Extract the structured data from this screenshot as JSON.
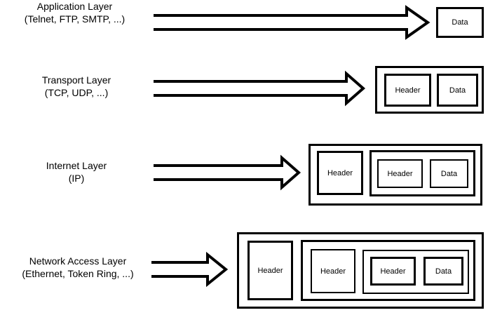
{
  "colors": {
    "ink": "#000000",
    "background": "#ffffff"
  },
  "layers": [
    {
      "name": "Application Layer",
      "protocols": "(Telnet, FTP, SMTP, ...)",
      "boxes": {
        "data": "Data"
      }
    },
    {
      "name": "Transport Layer",
      "protocols": "(TCP, UDP, ...)",
      "boxes": {
        "header": "Header",
        "data": "Data"
      }
    },
    {
      "name": "Internet Layer",
      "protocols": "(IP)",
      "boxes": {
        "header1": "Header",
        "header2": "Header",
        "data": "Data"
      }
    },
    {
      "name": "Network Access Layer",
      "protocols": "(Ethernet, Token Ring, ...)",
      "boxes": {
        "header1": "Header",
        "header2": "Header",
        "header3": "Header",
        "data": "Data"
      }
    }
  ]
}
